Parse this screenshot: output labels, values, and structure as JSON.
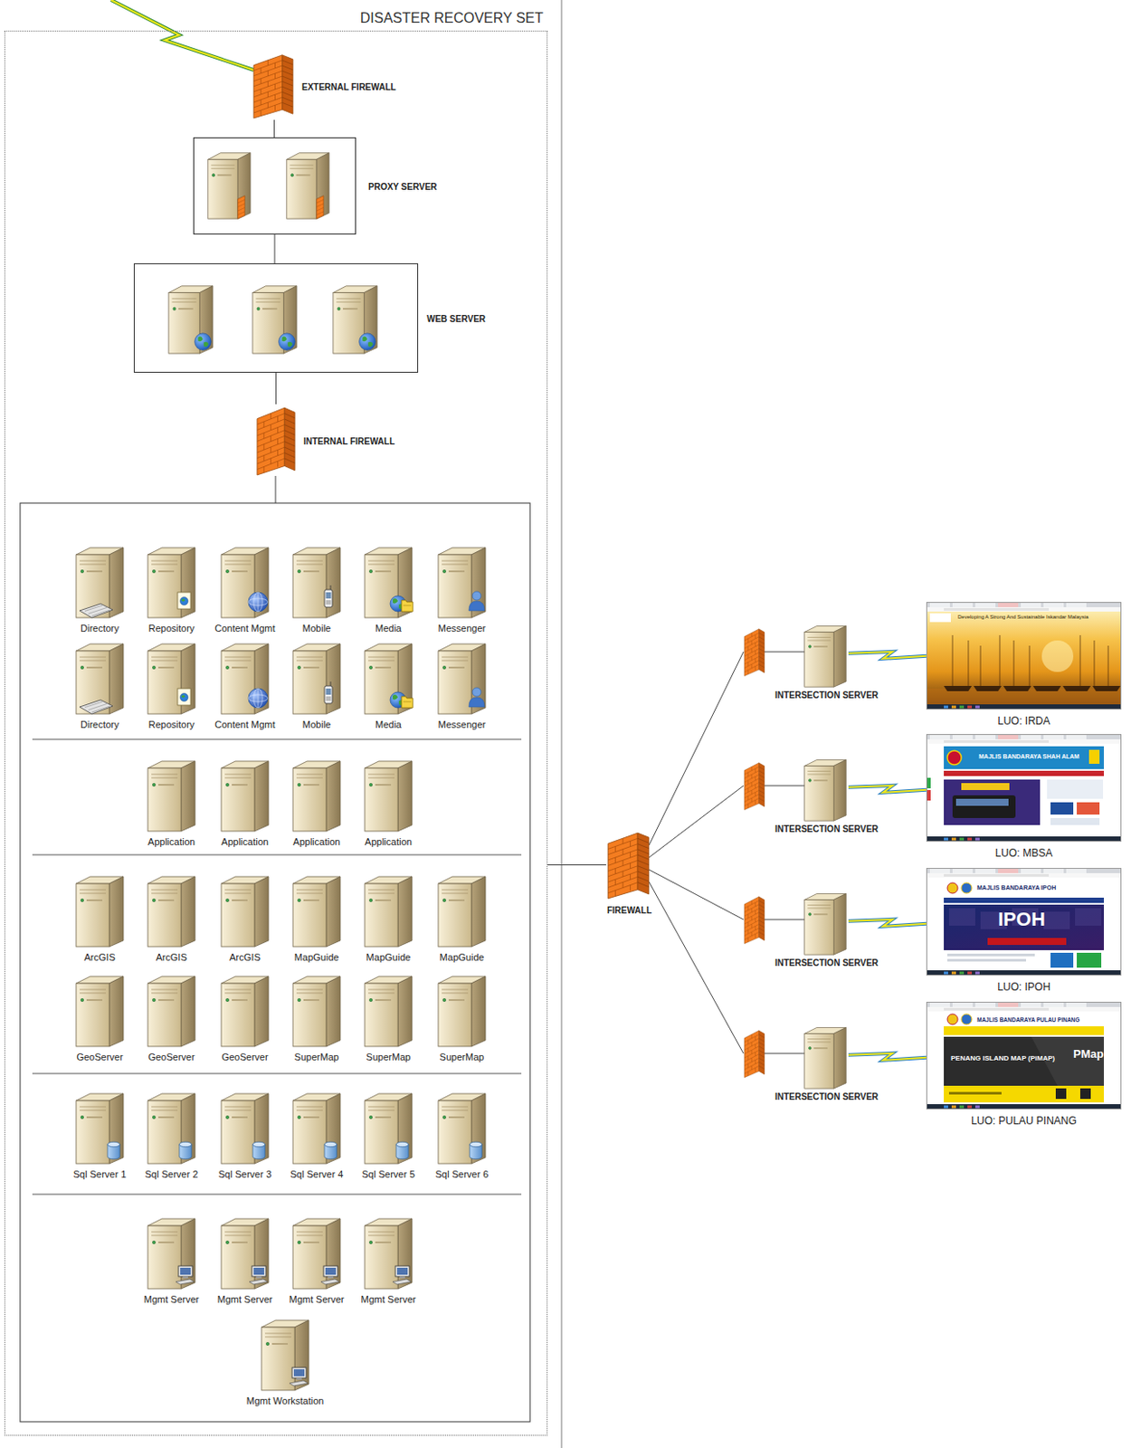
{
  "diagram": {
    "nodes": [
      {
        "text": [
          "DISASTER RECOVERY SET"
        ]
      },
      {
        "text": [
          "EXTERNAL FIREWALL"
        ],
        "in": 0
      },
      {
        "text": [
          "PROXY SERVER"
        ],
        "in": 0
      },
      {
        "text": [
          "WEB SERVER"
        ],
        "in": 0
      },
      {
        "text": [
          "INTERNAL FIREWALL"
        ],
        "in": 0
      },
      {
        "text": [
          "Directory"
        ],
        "in": 0
      },
      {
        "text": [
          "Repository"
        ],
        "in": 0
      },
      {
        "text": [
          "Content Mgmt"
        ],
        "in": 0
      },
      {
        "text": [
          "Mobile"
        ],
        "in": 0
      },
      {
        "text": [
          "Media"
        ],
        "in": 0
      },
      {
        "text": [
          "Messenger"
        ],
        "in": 0
      },
      {
        "text": [
          "Directory"
        ],
        "in": 0
      },
      {
        "text": [
          "Repository"
        ],
        "in": 0
      },
      {
        "text": [
          "Content Mgmt"
        ],
        "in": 0
      },
      {
        "text": [
          "Mobile"
        ],
        "in": 0
      },
      {
        "text": [
          "Media"
        ],
        "in": 0
      },
      {
        "text": [
          "Messenger"
        ],
        "in": 0
      },
      {
        "text": [
          "Application"
        ],
        "in": 0
      },
      {
        "text": [
          "Application"
        ],
        "in": 0
      },
      {
        "text": [
          "Application"
        ],
        "in": 0
      },
      {
        "text": [
          "Application"
        ],
        "in": 0
      },
      {
        "text": [
          "ArcGIS"
        ],
        "in": 0
      },
      {
        "text": [
          "ArcGIS"
        ],
        "in": 0
      },
      {
        "text": [
          "ArcGIS"
        ],
        "in": 0
      },
      {
        "text": [
          "MapGuide"
        ],
        "in": 0
      },
      {
        "text": [
          "MapGuide"
        ],
        "in": 0
      },
      {
        "text": [
          "MapGuide"
        ],
        "in": 0
      },
      {
        "text": [
          "GeoServer"
        ],
        "in": 0
      },
      {
        "text": [
          "GeoServer"
        ],
        "in": 0
      },
      {
        "text": [
          "GeoServer"
        ],
        "in": 0
      },
      {
        "text": [
          "SuperMap"
        ],
        "in": 0
      },
      {
        "text": [
          "SuperMap"
        ],
        "in": 0
      },
      {
        "text": [
          "SuperMap"
        ],
        "in": 0
      },
      {
        "text": [
          "Sql Server 1"
        ],
        "in": 0
      },
      {
        "text": [
          "Sql Server 2"
        ],
        "in": 0
      },
      {
        "text": [
          "Sql Server 3"
        ],
        "in": 0
      },
      {
        "text": [
          "Sql Server 4"
        ],
        "in": 0
      },
      {
        "text": [
          "Sql Server 5"
        ],
        "in": 0
      },
      {
        "text": [
          "Sql Server 6"
        ],
        "in": 0
      },
      {
        "text": [
          "Mgmt Server"
        ],
        "in": 0
      },
      {
        "text": [
          "Mgmt Server"
        ],
        "in": 0
      },
      {
        "text": [
          "Mgmt Server"
        ],
        "in": 0
      },
      {
        "text": [
          "Mgmt Server"
        ],
        "in": 0
      },
      {
        "text": [
          "Mgmt Workstation"
        ],
        "in": 0
      },
      {
        "text": [
          "FIREWALL"
        ]
      },
      {
        "text": [
          "INTERSECTION SERVER"
        ]
      },
      {
        "text": [
          "Developing A Strong And Sustainable Iskandar Malaysia",
          "LUO: IRDA"
        ]
      },
      {
        "text": [
          "INTERSECTION SERVER"
        ]
      },
      {
        "text": [
          "MAJLIS BANDARAYA SHAH ALAM",
          "LUO: MBSA"
        ]
      },
      {
        "text": [
          "INTERSECTION SERVER"
        ]
      },
      {
        "text": [
          "MAJLIS BANDARAYA IPOH",
          "IPOH",
          "LUO: IPOH"
        ]
      },
      {
        "text": [
          "INTERSECTION SERVER"
        ]
      },
      {
        "text": [
          "MAJLIS BANDARAYA PULAU PINANG",
          "PENANG ISLAND MAP (PiMAP)",
          "PMap",
          "LUO: PULAU PINANG"
        ]
      }
    ],
    "edges": [
      {
        "from": 1,
        "to": 2,
        "arrow": "none"
      },
      {
        "from": 2,
        "to": 3,
        "arrow": "none"
      },
      {
        "from": 3,
        "to": 4,
        "arrow": "none"
      },
      {
        "from": 0,
        "to": 44,
        "arrow": "none"
      },
      {
        "from": 44,
        "to": 45,
        "arrow": "none"
      },
      {
        "from": 44,
        "to": 47,
        "arrow": "none"
      },
      {
        "from": 44,
        "to": 49,
        "arrow": "none"
      },
      {
        "from": 44,
        "to": 51,
        "arrow": "none"
      },
      {
        "from": 45,
        "to": 46,
        "arrow": "none"
      },
      {
        "from": 47,
        "to": 48,
        "arrow": "none"
      },
      {
        "from": 49,
        "to": 50,
        "arrow": "none"
      },
      {
        "from": 51,
        "to": 52,
        "arrow": "none"
      }
    ]
  }
}
